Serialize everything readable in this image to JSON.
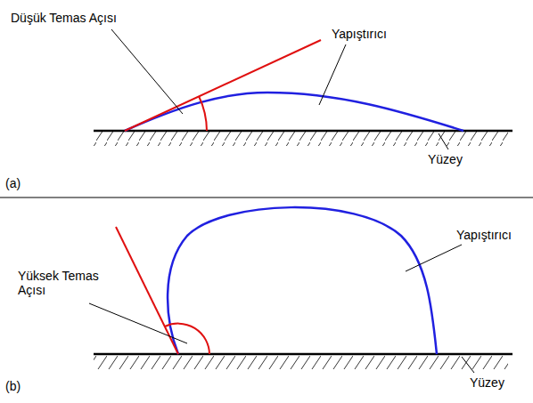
{
  "diagram": {
    "labels": [
      "Düşük Temas Açısı",
      "Yapıştırıcı",
      "Yüzey",
      "(a)",
      "Yüksek Temas Açısı",
      "Yapıştırıcı",
      "Yüzey",
      "(b)"
    ]
  }
}
